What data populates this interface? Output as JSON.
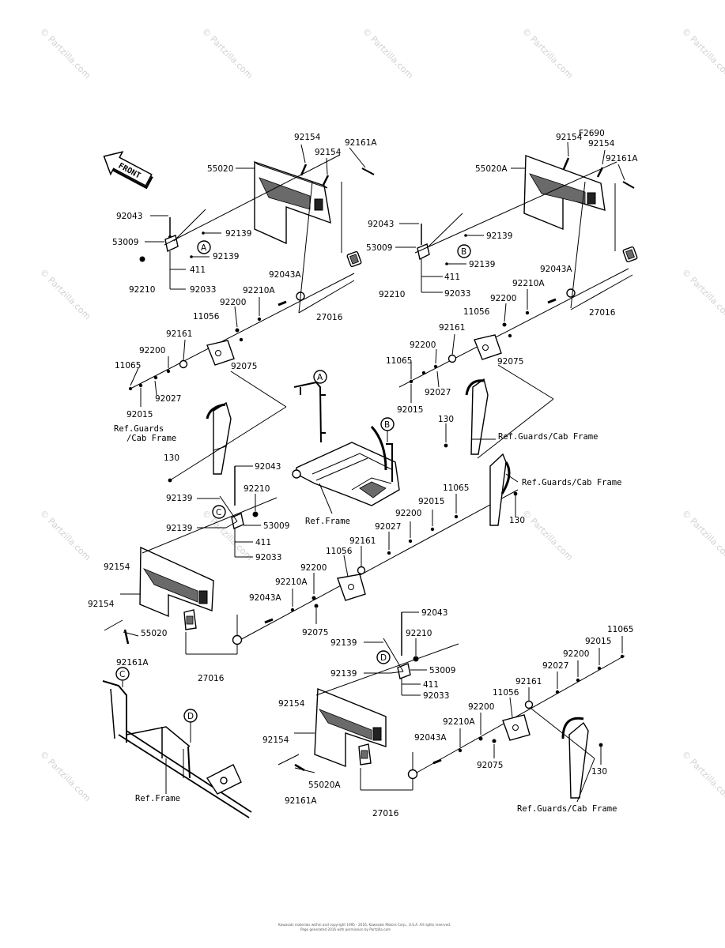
{
  "figure_id": "F2690",
  "front_label": "FRONT",
  "watermark": "© Partzilla.com",
  "footer": [
    "Kawasaki materials within and copyright 1995 - 2016, Kawasaki Motors Corp., U.S.A. All rights reserved.",
    "Page generated 2016 with permission by Partzilla.com"
  ],
  "callouts": {
    "a": "A",
    "b": "B",
    "c": "C",
    "d": "D"
  },
  "refs": {
    "guards_cab_frame_short": "Ref.Guards\n/Cab Frame",
    "guards_cab_frame": "Ref.Guards/Cab Frame",
    "frame": "Ref.Frame"
  },
  "parts": {
    "p92154": "92154",
    "p92161A": "92161A",
    "p55020": "55020",
    "p55020A": "55020A",
    "p92043": "92043",
    "p92043A": "92043A",
    "p92139": "92139",
    "p53009": "53009",
    "p411": "411",
    "p92210": "92210",
    "p92210A": "92210A",
    "p92033": "92033",
    "p27016": "27016",
    "p92200": "92200",
    "p11056": "11056",
    "p92161": "92161",
    "p92075": "92075",
    "p11065": "11065",
    "p92027": "92027",
    "p92015": "92015",
    "p130": "130"
  }
}
